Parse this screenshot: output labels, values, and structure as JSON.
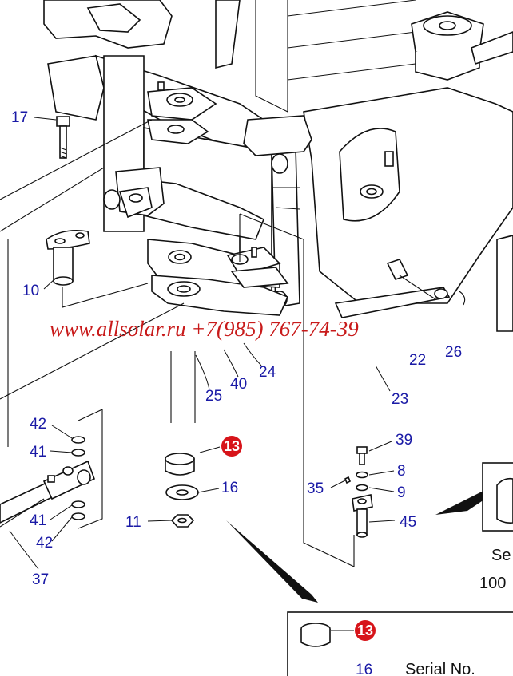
{
  "watermark": "www.allsolar.ru +7(985) 767-74-39",
  "callouts": {
    "c17": "17",
    "c10": "10",
    "c42a": "42",
    "c41a": "41",
    "c41b": "41",
    "c42b": "42",
    "c37": "37",
    "c25": "25",
    "c40": "40",
    "c24": "24",
    "c22": "22",
    "c23": "23",
    "c26": "26",
    "c13": "13",
    "c16": "16",
    "c11": "11",
    "c39": "39",
    "c8": "8",
    "c35": "35",
    "c9": "9",
    "c45": "45",
    "c13b": "13",
    "c16b": "16"
  },
  "inset_right": {
    "line1": "Se",
    "line2": "100"
  },
  "inset_bottom": {
    "serial": "Serial No."
  },
  "colors": {
    "highlight": "#d7141a",
    "callout": "#1a1aa6",
    "watermark": "#c81a1a"
  }
}
